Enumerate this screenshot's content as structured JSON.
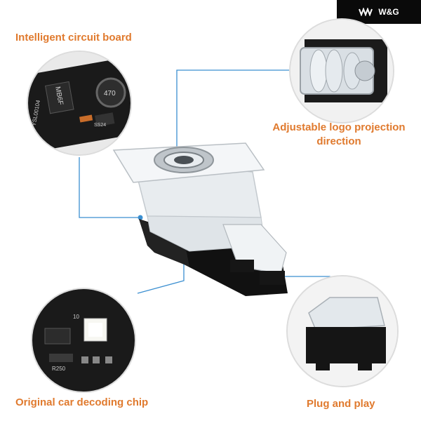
{
  "brand": {
    "name": "W&G",
    "logo_icon": "wave-chevrons-logo"
  },
  "captions": {
    "circuit_board": "Intelligent circuit board",
    "logo_direction_line1": "Adjustable logo projection",
    "logo_direction_line2": "direction",
    "decoding_chip": "Original car decoding chip",
    "plug_play": "Plug and play"
  },
  "component_markings": {
    "chip_top": "MB6F",
    "inductor": "470",
    "pcb_edge": "YSL00104",
    "ic_small": "SS24",
    "resistor": "R250",
    "capacitor": "10"
  },
  "colors": {
    "caption": "#e07a2e",
    "leader_line": "#3b8fd1",
    "badge_bg": "#0a0a0a",
    "pcb": "#1a1a1a"
  }
}
